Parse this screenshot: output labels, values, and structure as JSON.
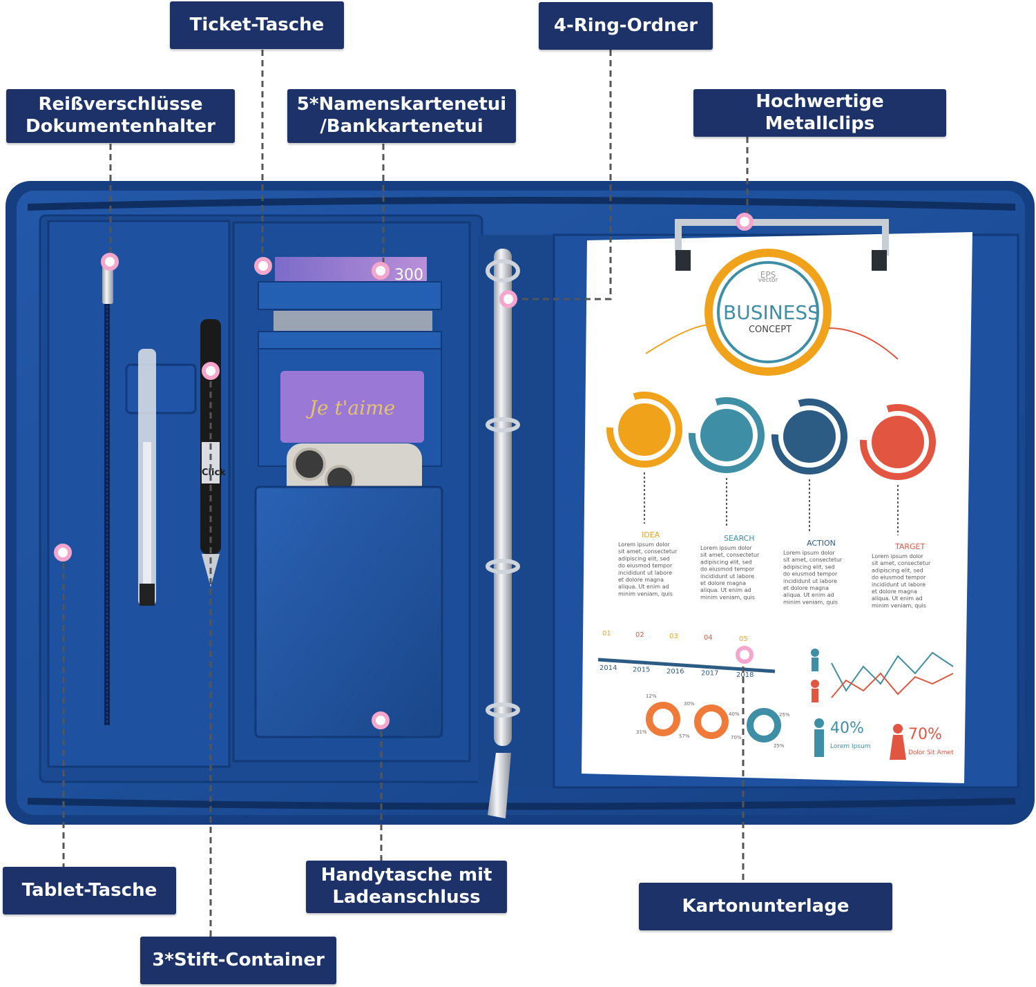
{
  "callouts": {
    "ticket": "Ticket-Tasche",
    "ring_binder": "4-Ring-Ordner",
    "zipper_line1": "Reißverschlüsse",
    "zipper_line2": "Dokumentenhalter",
    "card_line1": "5*Namenskartenetui",
    "card_line2": "/Bankkartenetui",
    "clips": "Hochwertige Metallclips",
    "tablet": "Tablet-Tasche",
    "phone_line1": "Handytasche mit",
    "phone_line2": "Ladeanschluss",
    "cardboard": "Kartonunterlage",
    "pens": "3*Stift-Container"
  },
  "product": {
    "card_number": "300",
    "card_script": "Je t'aime",
    "pen_brand": "Click"
  },
  "infographic": {
    "logo_text": "EPS",
    "logo_sub": "vector",
    "title": "BUSINESS",
    "subtitle": "CONCEPT",
    "steps": [
      {
        "label": "IDEA",
        "color": "#f0a21b"
      },
      {
        "label": "SEARCH",
        "color": "#3e8fa5"
      },
      {
        "label": "ACTION",
        "color": "#2c5b84"
      },
      {
        "label": "TARGET",
        "color": "#e15541"
      }
    ],
    "step_body": [
      "Lorem ipsum dolor",
      "sit amet, consectetur",
      "adipiscing elit, sed",
      "do eiusmod tempor",
      "incididunt ut labore",
      "et dolore magna",
      "aliqua. Ut enim ad",
      "minim veniam, quis"
    ],
    "timeline": {
      "steps": [
        "01",
        "02",
        "03",
        "04",
        "05"
      ],
      "years": [
        "2014",
        "2015",
        "2016",
        "2017",
        "2018"
      ]
    },
    "donut_percents": [
      "12%",
      "31%",
      "57%",
      "30%",
      "70%",
      "40%",
      "25%",
      "25%"
    ],
    "stat_male": "40%",
    "stat_male_label": "Lorem Ipsum",
    "stat_female": "70%",
    "stat_female_label": "Dolor Sit Amet"
  },
  "colors": {
    "label_bg": "#1c3268",
    "leather": "#1d4f9a",
    "leather_dark": "#143d7e",
    "marker": "#f4a6cc"
  }
}
